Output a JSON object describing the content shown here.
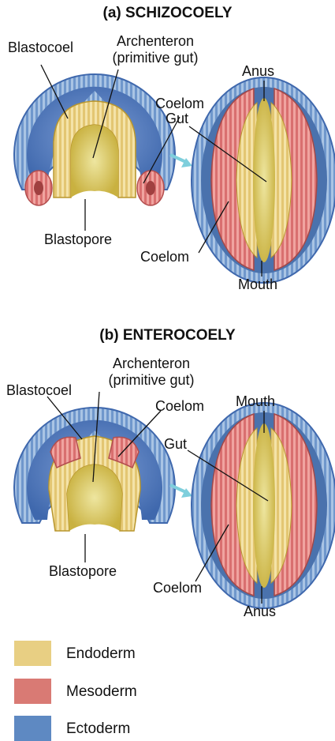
{
  "panel_a": {
    "title": "(a) SCHIZOCOELY",
    "labels": {
      "blastocoel": "Blastocoel",
      "archenteron": "Archenteron",
      "primitive_gut": "(primitive gut)",
      "coelom_upper": "Coelom",
      "blastopore": "Blastopore",
      "anus": "Anus",
      "gut": "Gut",
      "coelom_lower": "Coelom",
      "mouth": "Mouth"
    }
  },
  "panel_b": {
    "title": "(b) ENTEROCOELY",
    "labels": {
      "archenteron": "Archenteron",
      "primitive_gut": "(primitive gut)",
      "blastocoel": "Blastocoel",
      "coelom_upper": "Coelom",
      "mouth": "Mouth",
      "gut": "Gut",
      "blastopore": "Blastopore",
      "coelom_lower": "Coelom",
      "anus": "Anus"
    }
  },
  "legend": [
    {
      "label": "Endoderm",
      "color": "#e8cf83"
    },
    {
      "label": "Mesoderm",
      "color": "#d97a74"
    },
    {
      "label": "Ectoderm",
      "color": "#5e89c2"
    }
  ],
  "colors": {
    "arrow": "#7fcfdc",
    "ectoderm_dark": "#4a72ad",
    "ectoderm_light": "#a9c4e4",
    "mesoderm_dark": "#c65a5a",
    "endoderm_dark": "#c9a640",
    "gut_fill": "#d9c75a"
  }
}
